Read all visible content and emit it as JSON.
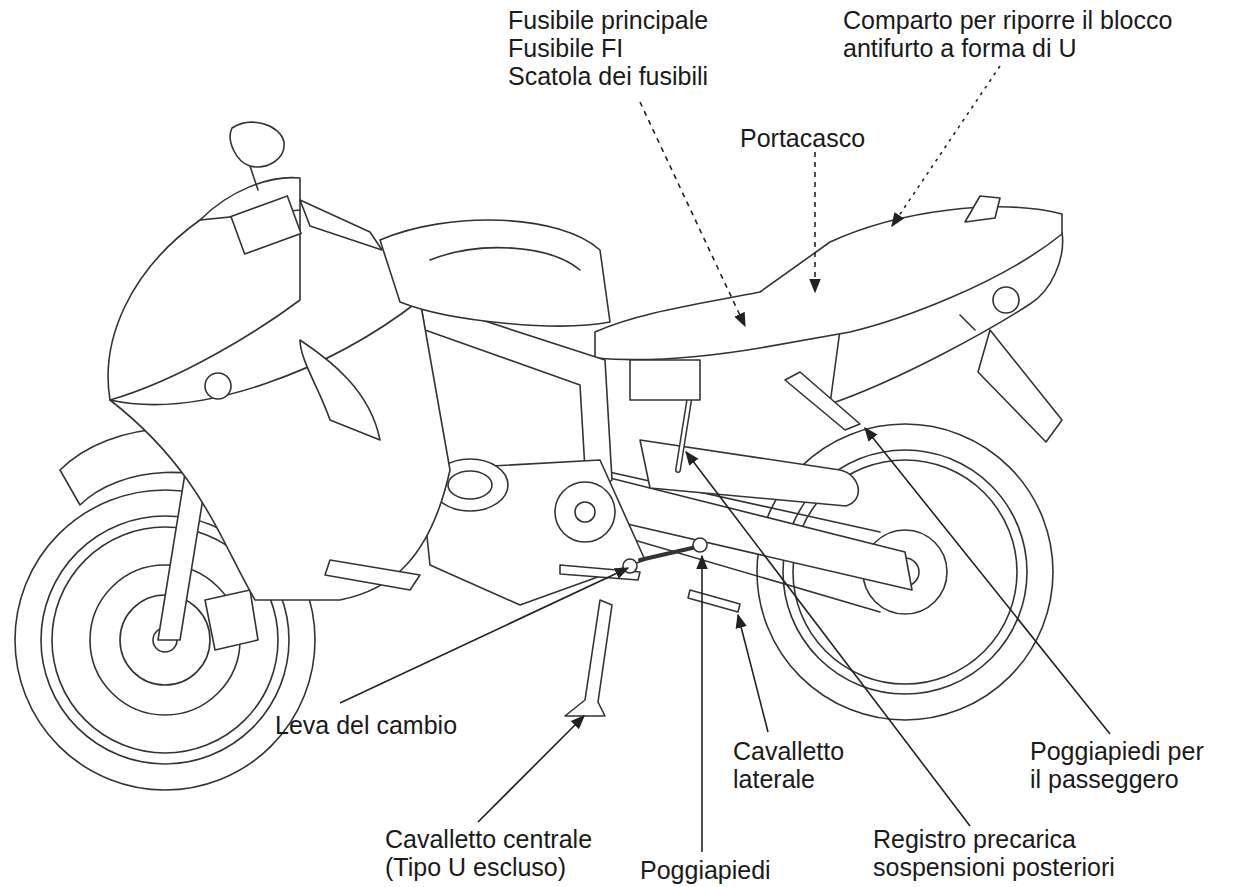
{
  "diagram": {
    "labels": [
      "Fusibile principale",
      "Fusibile FI",
      "Scatola dei fusibili",
      "Comparto per riporre il blocco antifurto a forma di U",
      "Portacasco",
      "Leva del cambio",
      "Cavalletto laterale",
      "Poggiapiedi per il passeggero",
      "Cavalletto centrale (Tipo U escluso)",
      "Registro precarica sospensioni posteriori",
      "Poggiapiedi"
    ]
  }
}
